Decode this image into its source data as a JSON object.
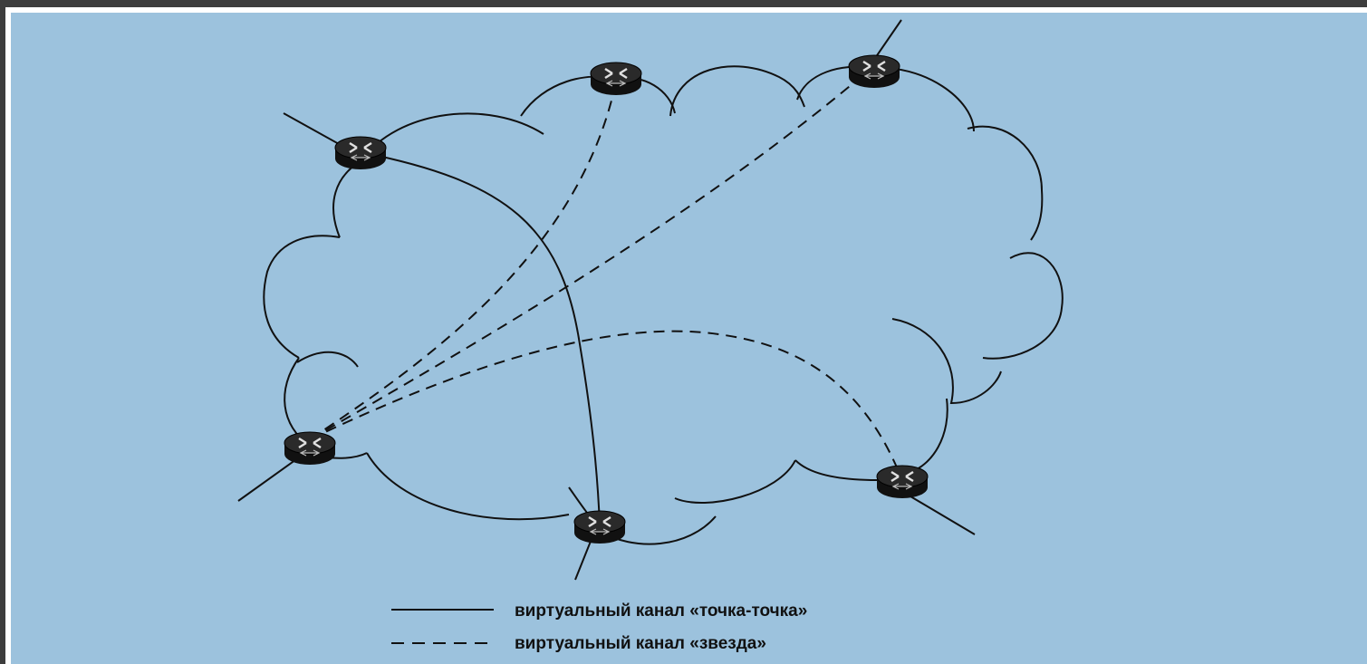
{
  "header": {
    "caption": ""
  },
  "diagram": {
    "legend": [
      {
        "label": "виртуальный канал «точка-точка»",
        "style": "solid"
      },
      {
        "label": "виртуальный канал «звезда»",
        "style": "dashed"
      }
    ],
    "colors": {
      "background": "#9cc2dd",
      "line": "#111111",
      "router": "#1a1a1a"
    },
    "routers": [
      "router-top-left",
      "router-top-center",
      "router-top-right",
      "router-left",
      "router-bottom-center",
      "router-right"
    ]
  }
}
